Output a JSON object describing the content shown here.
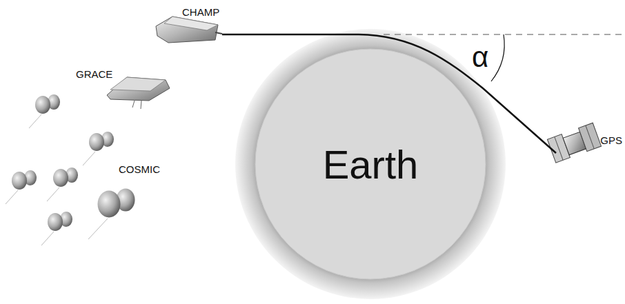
{
  "diagram": {
    "nodes": [
      {
        "text": [
          "Earth"
        ]
      }
    ],
    "labels": [
      "CHAMP",
      "GRACE",
      "COSMIC",
      "α",
      "GPS"
    ]
  }
}
